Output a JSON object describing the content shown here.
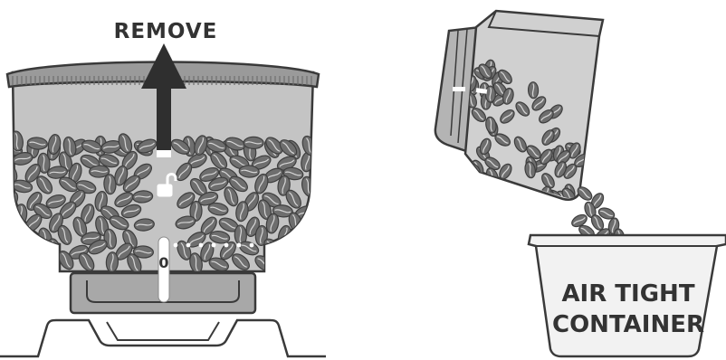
{
  "labels": {
    "remove": "REMOVE",
    "container_line1": "AIR TIGHT",
    "container_line2": "CONTAINER",
    "lock_indicator": "0"
  },
  "colors": {
    "outline": "#3a3a3a",
    "hopper_fill": "#b8b8b8",
    "hopper_rim": "#8a8a8a",
    "bean_fill": "#6e6e6e",
    "bean_stroke": "#3e3e3e",
    "arrow": "#2f2f2f",
    "base_fill": "#9c9c9c",
    "container_fill": "#eeeeee",
    "text": "#333333"
  },
  "icons": {
    "remove_arrow": "arrow-up-icon",
    "unlock": "unlock-padlock-icon",
    "alignment_dots": "dotted-line-icon"
  }
}
